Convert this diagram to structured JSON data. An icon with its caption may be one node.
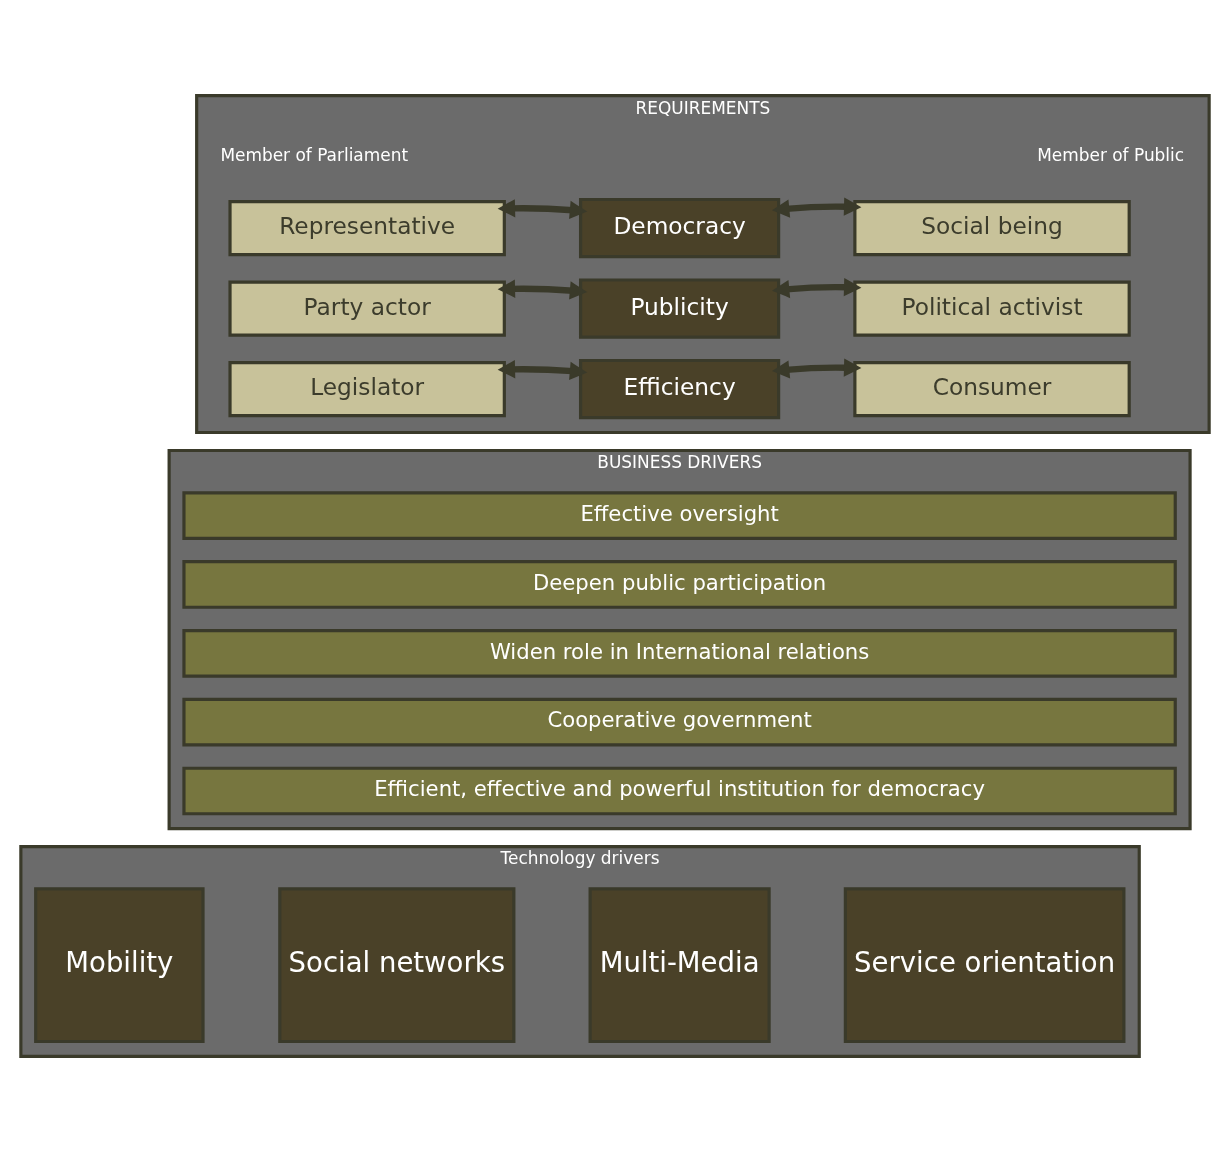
{
  "diagram": {
    "nodes": [
      {
        "text": [
          "REQUIREMENTS"
        ]
      },
      {
        "text": [
          "Representative"
        ],
        "in": 0
      },
      {
        "text": [
          "Democracy"
        ],
        "in": 0
      },
      {
        "text": [
          "Social being"
        ],
        "in": 0
      },
      {
        "text": [
          "Party actor"
        ],
        "in": 0
      },
      {
        "text": [
          "Publicity"
        ],
        "in": 0
      },
      {
        "text": [
          "Political activist"
        ],
        "in": 0
      },
      {
        "text": [
          "Legislator"
        ],
        "in": 0
      },
      {
        "text": [
          "Efficiency"
        ],
        "in": 0
      },
      {
        "text": [
          "Consumer"
        ],
        "in": 0
      },
      {
        "text": [
          "BUSINESS DRIVERS"
        ]
      },
      {
        "text": [
          "Effective oversight"
        ],
        "in": 10
      },
      {
        "text": [
          "Deepen public participation"
        ],
        "in": 10
      },
      {
        "text": [
          "Widen role in International relations"
        ],
        "in": 10
      },
      {
        "text": [
          "Cooperative government"
        ],
        "in": 10
      },
      {
        "text": [
          "Efficient, effective and powerful institution for democracy"
        ],
        "in": 10
      },
      {
        "text": [
          "Technology drivers"
        ]
      },
      {
        "text": [
          "Mobility"
        ],
        "in": 16
      },
      {
        "text": [
          "Social networks"
        ],
        "in": 16
      },
      {
        "text": [
          "Multi-Media"
        ],
        "in": 16
      },
      {
        "text": [
          "Service orientation"
        ],
        "in": 16
      }
    ],
    "edges": [
      {
        "from": 1,
        "to": 2,
        "arrow": "both"
      },
      {
        "from": 2,
        "to": 3,
        "arrow": "both"
      },
      {
        "from": 4,
        "to": 5,
        "arrow": "both"
      },
      {
        "from": 5,
        "to": 6,
        "arrow": "both"
      },
      {
        "from": 7,
        "to": 8,
        "arrow": "both"
      },
      {
        "from": 8,
        "to": 9,
        "arrow": "both"
      }
    ],
    "labels": [
      "Member of Parliament",
      "Member of Public"
    ]
  }
}
